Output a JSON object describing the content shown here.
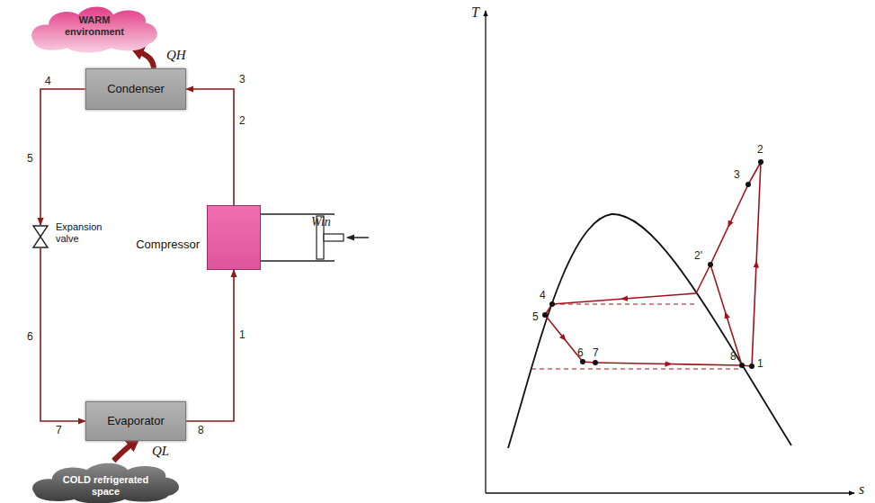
{
  "diagram": {
    "nodes": [
      {
        "text": [
          "WARM environment"
        ]
      },
      {
        "text": [
          "Condenser"
        ]
      },
      {
        "text": [
          "Expansion valve"
        ]
      },
      {
        "text": [
          "Compressor"
        ]
      },
      {
        "text": [
          "Evaporator"
        ]
      },
      {
        "text": [
          "COLD refrigerated space"
        ]
      }
    ],
    "edges": [
      {
        "from": 3,
        "to": 1,
        "arrow": "to"
      },
      {
        "from": 1,
        "to": 2,
        "arrow": "to"
      },
      {
        "from": 2,
        "to": 4,
        "arrow": "to"
      },
      {
        "from": 4,
        "to": 3,
        "arrow": "to"
      },
      {
        "from": 1,
        "to": 0,
        "arrow": "to",
        "label": "QH"
      },
      {
        "from": 5,
        "to": 4,
        "arrow": "to",
        "label": "QL"
      }
    ],
    "labels": [
      "Win",
      "2",
      "3",
      "4",
      "5",
      "6",
      "7",
      "8",
      "1",
      "T",
      "2",
      "3",
      "2'",
      "4",
      "5",
      "6",
      "7",
      "8",
      "1",
      "s"
    ]
  }
}
